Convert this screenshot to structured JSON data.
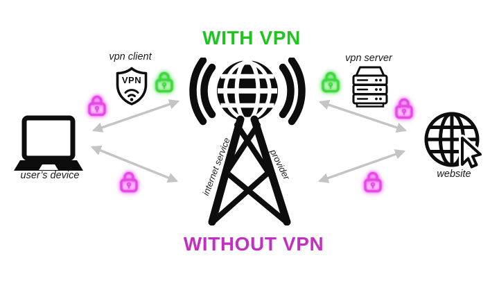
{
  "background": "#ffffff",
  "titles": {
    "with_vpn": "WITH VPN",
    "without_vpn": "WITHOUT VPN"
  },
  "colors": {
    "with_vpn_green": "#1fc41f",
    "without_vpn_magenta": "#c32fc3",
    "secure_lock_green": "#3fd83f",
    "insecure_lock_magenta": "#e649e6",
    "arrow_gray": "#c4c4c4",
    "icon_black": "#0d0d0d"
  },
  "nodes": {
    "user_device": {
      "label": "user’s device",
      "icon": "laptop-icon"
    },
    "vpn_client": {
      "label": "vpn client",
      "icon": "vpn-shield-icon",
      "shield_text": "VPN"
    },
    "isp_tower": {
      "label_left": "internet service",
      "label_right": "provider",
      "icon": "broadcast-tower-globe-icon"
    },
    "vpn_server": {
      "label": "vpn server",
      "icon": "server-rack-icon"
    },
    "website": {
      "label": "website",
      "icon": "globe-cursor-icon"
    }
  },
  "locks": [
    {
      "name": "lock-upper-path-user-side",
      "state": "insecure",
      "color": "#e649e6"
    },
    {
      "name": "lock-upper-path-vpn-client-side",
      "state": "secure",
      "color": "#3fd83f"
    },
    {
      "name": "lock-upper-path-vpn-server-side",
      "state": "secure",
      "color": "#3fd83f"
    },
    {
      "name": "lock-upper-path-website-side",
      "state": "insecure",
      "color": "#e649e6"
    },
    {
      "name": "lock-lower-path-user-side",
      "state": "insecure",
      "color": "#e649e6"
    },
    {
      "name": "lock-lower-path-website-side",
      "state": "insecure",
      "color": "#e649e6"
    }
  ],
  "arrows": [
    {
      "name": "user-device-to-isp-upper",
      "from": "user_device",
      "to": "isp_tower",
      "bidirectional": true
    },
    {
      "name": "isp-to-website-upper",
      "from": "isp_tower",
      "to": "website",
      "bidirectional": true
    },
    {
      "name": "user-device-to-isp-lower",
      "from": "user_device",
      "to": "isp_tower",
      "bidirectional": true
    },
    {
      "name": "isp-to-website-lower",
      "from": "isp_tower",
      "to": "website",
      "bidirectional": true
    }
  ]
}
